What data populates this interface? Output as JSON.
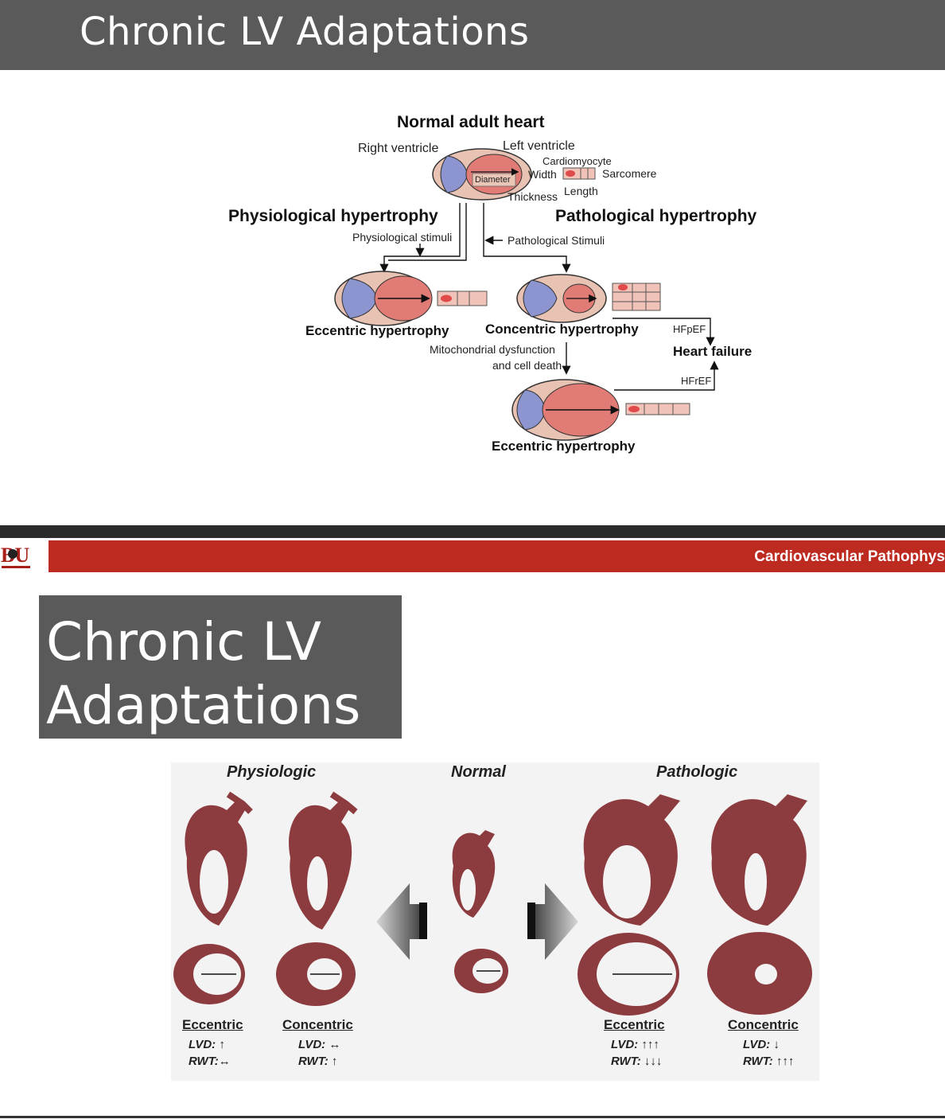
{
  "slide1": {
    "title": "Chronic LV Adaptations",
    "diagram": {
      "normal_heading": "Normal adult heart",
      "right_ventricle": "Right ventricle",
      "left_ventricle": "Left ventricle",
      "cardiomyocyte": "Cardiomyocyte",
      "diameter": "Diameter",
      "width": "Width",
      "sarcomere": "Sarcomere",
      "thickness": "Thickness",
      "length": "Length",
      "physio_heading": "Physiological hypertrophy",
      "patho_heading": "Pathological hypertrophy",
      "physio_stimuli": "Physiological stimuli",
      "patho_stimuli": "Pathological Stimuli",
      "eccentric_1": "Eccentric hypertrophy",
      "concentric": "Concentric hypertrophy",
      "hfpef": "HFpEF",
      "heart_failure": "Heart failure",
      "mito_1": "Mitochondrial dysfunction",
      "mito_2": "and cell death",
      "hfref": "HFrEF",
      "eccentric_2": "Eccentric hypertrophy"
    }
  },
  "footer": {
    "course": "Cardiovascular Pathophys"
  },
  "slide2": {
    "title_line1": "Chronic LV",
    "title_line2": "Adaptations",
    "figure": {
      "physiologic": "Physiologic",
      "normal": "Normal",
      "pathologic": "Pathologic",
      "items": [
        {
          "label": "Eccentric",
          "lvd": "LVD: ↑",
          "rwt": "RWT:↔"
        },
        {
          "label": "Concentric",
          "lvd": "LVD: ↔",
          "rwt": "RWT: ↑"
        },
        {
          "label": "Eccentric",
          "lvd": "LVD: ↑↑↑",
          "rwt": "RWT: ↓↓↓"
        },
        {
          "label": "Concentric",
          "lvd": "LVD: ↓",
          "rwt": "RWT: ↑↑↑"
        }
      ]
    }
  },
  "colors": {
    "title_bar": "#5a5a5a",
    "footer_red": "#bd2a20",
    "heart_red": "#8c3b3f",
    "lv_pink": "#e07b76",
    "rv_blue": "#8c95cf"
  }
}
